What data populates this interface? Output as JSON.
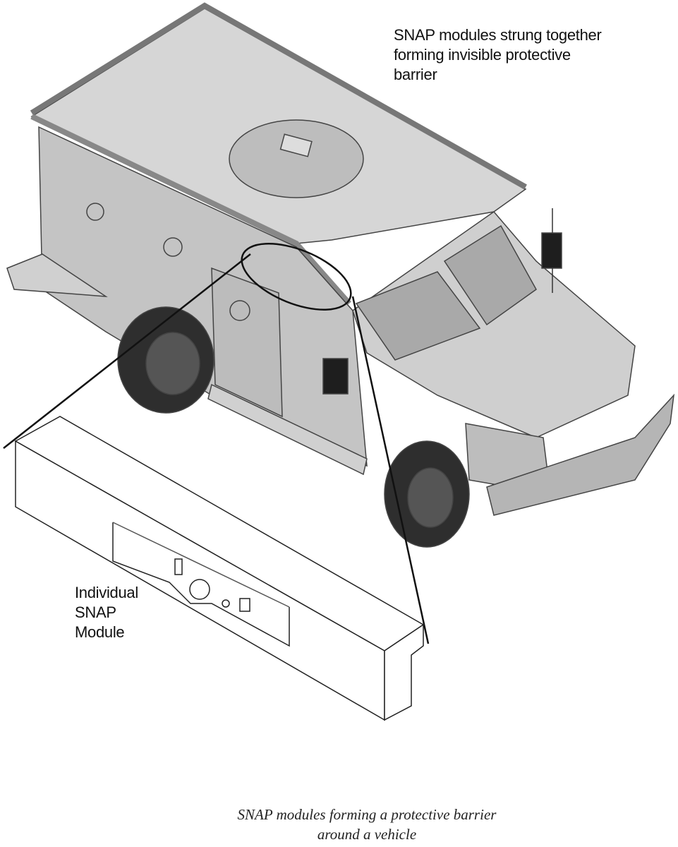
{
  "labels": {
    "barrier": [
      "SNAP modules strung together",
      "forming invisible protective",
      "barrier"
    ],
    "module": [
      "Individual",
      "SNAP",
      "Module"
    ]
  },
  "caption": [
    "SNAP modules forming a protective barrier",
    "around a vehicle"
  ],
  "colors": {
    "body": "#c9c9c9",
    "dark": "#3a3a3a",
    "line": "#111111"
  }
}
